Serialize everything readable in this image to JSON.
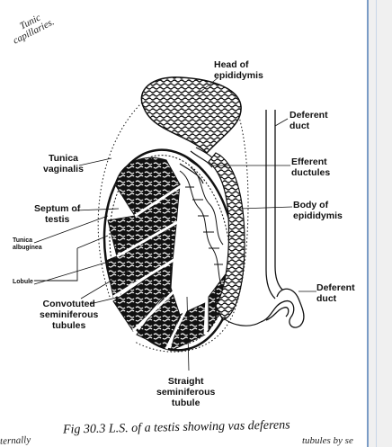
{
  "top_fragment": {
    "line1": "Tunic",
    "line2": "capillaries."
  },
  "labels": {
    "head_of_epididymis": [
      "Head of",
      "epididymis"
    ],
    "deferent_duct_top": [
      "Deferent",
      "duct"
    ],
    "tunica_vaginalis": [
      "Tunica",
      "vaginalis"
    ],
    "efferent_ductules": [
      "Efferent",
      "ductules"
    ],
    "septum_of_testis": [
      "Septum of",
      "testis"
    ],
    "body_of_epididymis": [
      "Body of",
      "epididymis"
    ],
    "tunica_albuginea": [
      "Tunica",
      "albugínea"
    ],
    "lobule": "Lobule",
    "deferent_duct_bottom": [
      "Deferent",
      "duct"
    ],
    "convoluted_tubules": [
      "Convotuted",
      "seminiferous",
      "tubules"
    ],
    "straight_tubule": [
      "Straight",
      "seminiferous",
      "tubule"
    ]
  },
  "caption": "Fig 30.3 L.S. of a testis showing vas deferens",
  "bottom_fragments": {
    "left": "ternally",
    "right": "tubules by se"
  },
  "colors": {
    "ink": "#111111",
    "page": "#ffffff",
    "edge": "#7a9cc6"
  }
}
